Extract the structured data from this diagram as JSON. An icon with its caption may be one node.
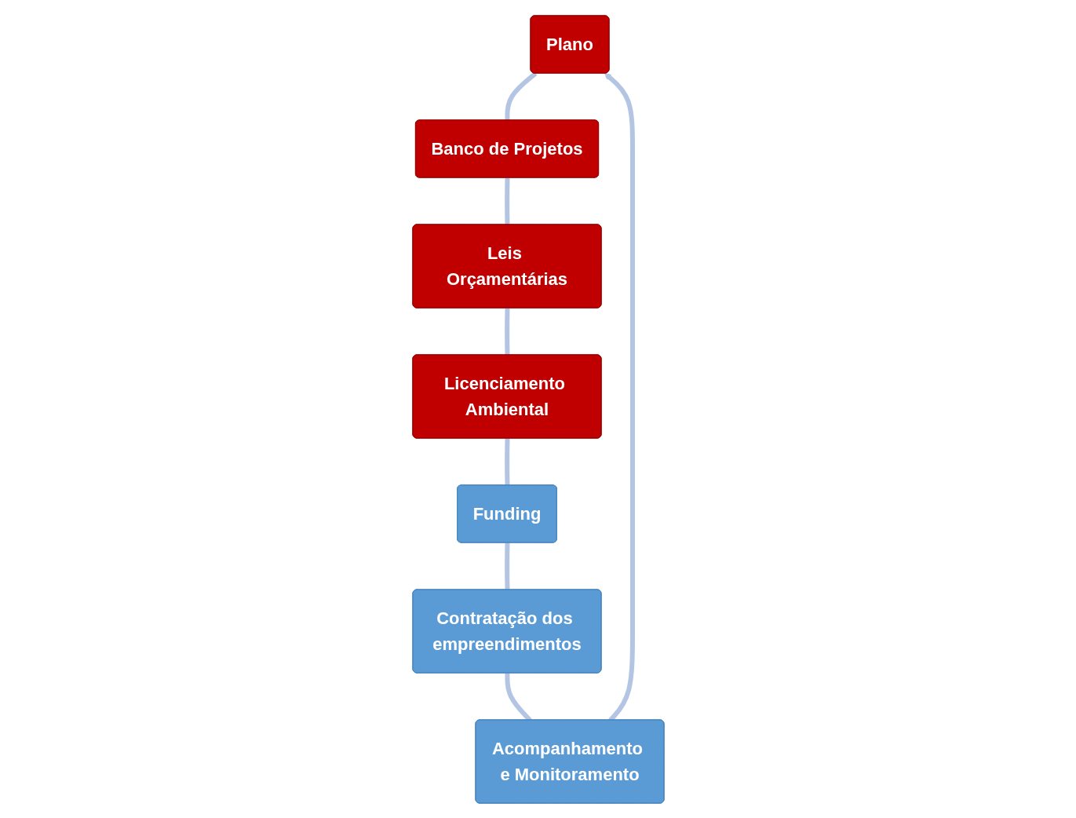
{
  "diagram": {
    "nodes": [
      {
        "text": [
          "Plano"
        ]
      },
      {
        "text": [
          "Banco de Projetos"
        ]
      },
      {
        "text": [
          "Leis Orçamentárias"
        ]
      },
      {
        "text": [
          "Licenciamento Ambiental"
        ]
      },
      {
        "text": [
          "Funding"
        ]
      },
      {
        "text": [
          "Contratação dos empreendimentos"
        ]
      },
      {
        "text": [
          "Acompanhamento e Monitoramento"
        ]
      }
    ],
    "edges": [
      {
        "from": 0,
        "to": 1,
        "arrow": "none"
      },
      {
        "from": 1,
        "to": 2,
        "arrow": "none"
      },
      {
        "from": 2,
        "to": 3,
        "arrow": "none"
      },
      {
        "from": 3,
        "to": 4,
        "arrow": "none"
      },
      {
        "from": 4,
        "to": 5,
        "arrow": "none"
      },
      {
        "from": 5,
        "to": 6,
        "arrow": "none"
      },
      {
        "from": 6,
        "to": 0,
        "arrow": "to"
      }
    ]
  }
}
